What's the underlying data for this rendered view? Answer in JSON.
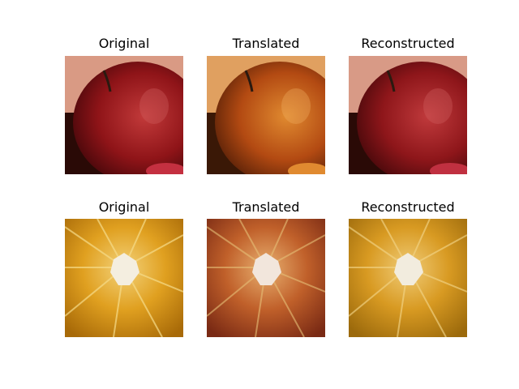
{
  "figure": {
    "rows": [
      {
        "subject": "apple",
        "panels": [
          {
            "title": "Original"
          },
          {
            "title": "Translated"
          },
          {
            "title": "Reconstructed"
          }
        ]
      },
      {
        "subject": "orange",
        "panels": [
          {
            "title": "Original"
          },
          {
            "title": "Translated"
          },
          {
            "title": "Reconstructed"
          }
        ]
      }
    ]
  }
}
